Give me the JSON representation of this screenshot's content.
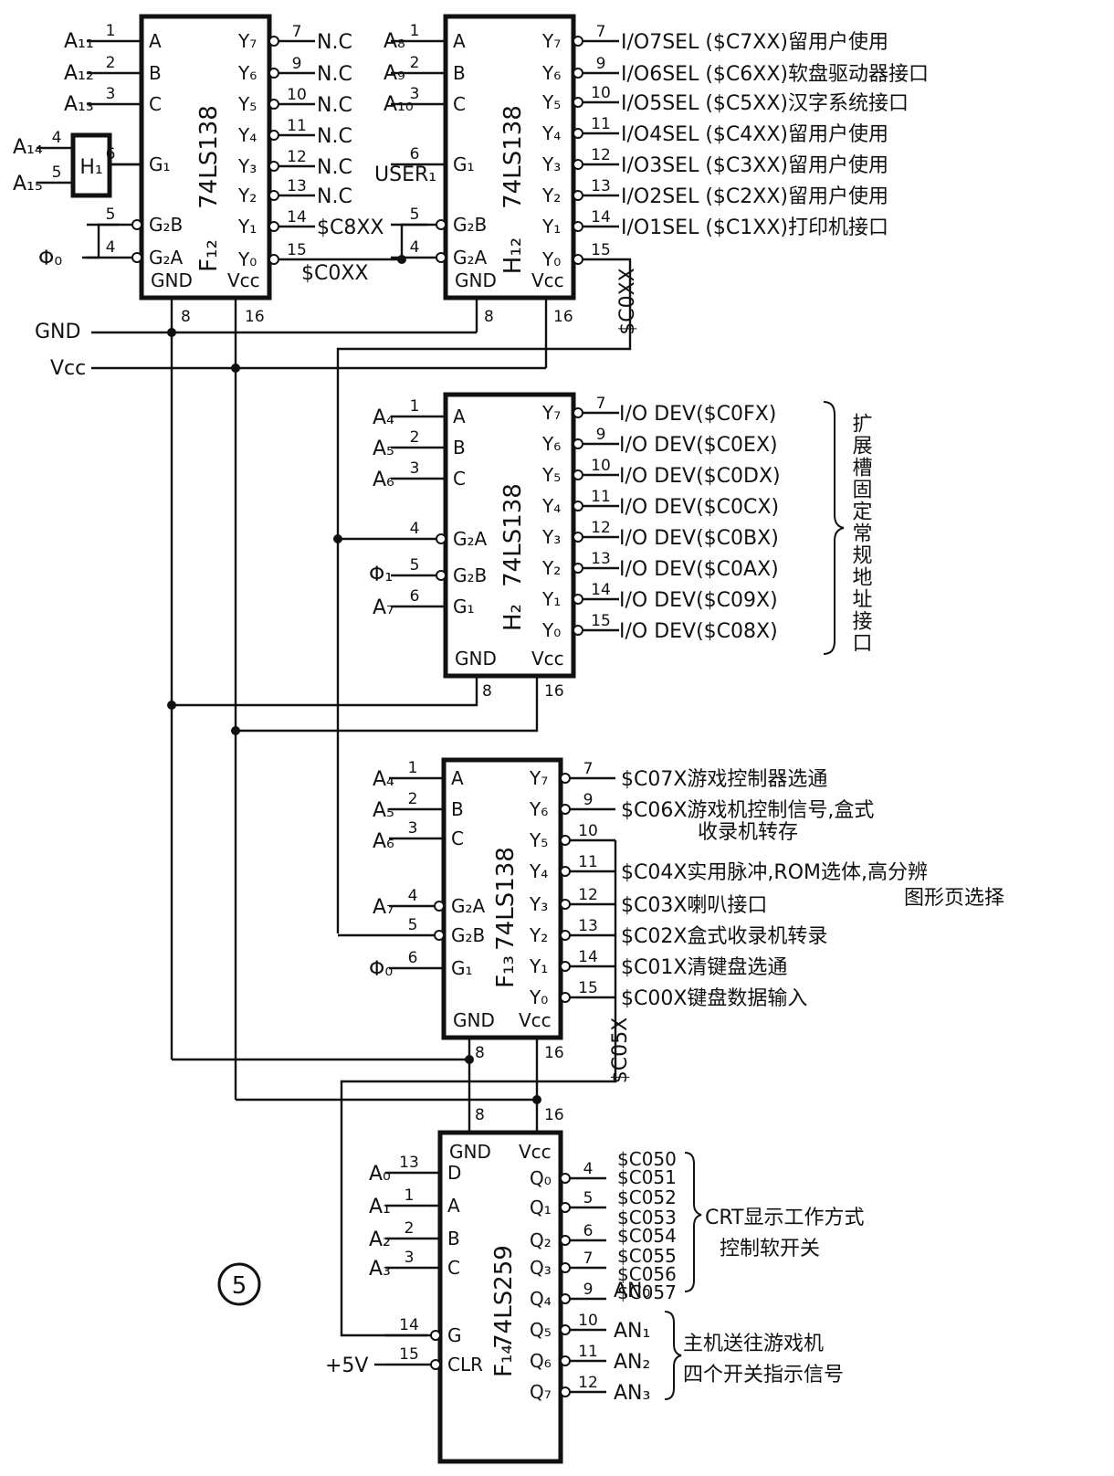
{
  "rails": {
    "gnd": "GND",
    "vcc": "Vcc"
  },
  "gates": {
    "h1": "H₁"
  },
  "figure_number": "5",
  "chips": [
    {
      "id": "F12",
      "name": "74LS138",
      "label": "F₁₂",
      "gnd": "GND",
      "vcc": "Vcc",
      "gnd_pin": "8",
      "vcc_pin": "16",
      "inputs": [
        {
          "pin": "1",
          "name": "A",
          "signal": "A₁₁"
        },
        {
          "pin": "2",
          "name": "B",
          "signal": "A₁₂"
        },
        {
          "pin": "3",
          "name": "C",
          "signal": "A₁₃"
        },
        {
          "pin": "6",
          "name": "G₁",
          "signal": ""
        },
        {
          "pin": "5",
          "name": "G₂B",
          "signal": ""
        },
        {
          "pin": "4",
          "name": "G₂A",
          "signal": "Φ₀"
        }
      ],
      "outputs": [
        {
          "pin": "7",
          "name": "Y₇",
          "desc": "N.C"
        },
        {
          "pin": "9",
          "name": "Y₆",
          "desc": "N.C"
        },
        {
          "pin": "10",
          "name": "Y₅",
          "desc": "N.C"
        },
        {
          "pin": "11",
          "name": "Y₄",
          "desc": "N.C"
        },
        {
          "pin": "12",
          "name": "Y₃",
          "desc": "N.C"
        },
        {
          "pin": "13",
          "name": "Y₂",
          "desc": "N.C"
        },
        {
          "pin": "14",
          "name": "Y₁",
          "desc": "$C8XX"
        },
        {
          "pin": "15",
          "name": "Y₀",
          "desc": "$C0XX"
        }
      ],
      "extra_inputs": [
        {
          "pin": "4",
          "signal": "A₁₄"
        },
        {
          "pin": "5",
          "signal": "A₁₅"
        }
      ]
    },
    {
      "id": "H12",
      "name": "74LS138",
      "label": "H₁₂",
      "gnd": "GND",
      "vcc": "Vcc",
      "gnd_pin": "8",
      "vcc_pin": "16",
      "inputs": [
        {
          "pin": "1",
          "name": "A",
          "signal": "A₈"
        },
        {
          "pin": "2",
          "name": "B",
          "signal": "A₉"
        },
        {
          "pin": "3",
          "name": "C",
          "signal": "A₁₀"
        },
        {
          "pin": "6",
          "name": "G₁",
          "signal": "USER₁"
        },
        {
          "pin": "5",
          "name": "G₂B",
          "signal": ""
        },
        {
          "pin": "4",
          "name": "G₂A",
          "signal": ""
        }
      ],
      "outputs": [
        {
          "pin": "7",
          "name": "Y₇",
          "desc": "I/O7SEL ($C7XX)留用户使用"
        },
        {
          "pin": "9",
          "name": "Y₆",
          "desc": "I/O6SEL ($C6XX)软盘驱动器接口"
        },
        {
          "pin": "10",
          "name": "Y₅",
          "desc": "I/O5SEL ($C5XX)汉字系统接口"
        },
        {
          "pin": "11",
          "name": "Y₄",
          "desc": "I/O4SEL ($C4XX)留用户使用"
        },
        {
          "pin": "12",
          "name": "Y₃",
          "desc": "I/O3SEL ($C3XX)留用户使用"
        },
        {
          "pin": "13",
          "name": "Y₂",
          "desc": "I/O2SEL ($C2XX)留用户使用"
        },
        {
          "pin": "14",
          "name": "Y₁",
          "desc": "I/O1SEL ($C1XX)打印机接口"
        },
        {
          "pin": "15",
          "name": "Y₀",
          "desc": "$C0XX"
        }
      ]
    },
    {
      "id": "H2",
      "name": "74LS138",
      "label": "H₂",
      "gnd": "GND",
      "vcc": "Vcc",
      "gnd_pin": "8",
      "vcc_pin": "16",
      "inputs": [
        {
          "pin": "1",
          "name": "A",
          "signal": "A₄"
        },
        {
          "pin": "2",
          "name": "B",
          "signal": "A₅"
        },
        {
          "pin": "3",
          "name": "C",
          "signal": "A₆"
        },
        {
          "pin": "4",
          "name": "G₂A",
          "signal": ""
        },
        {
          "pin": "5",
          "name": "G₂B",
          "signal": "Φ₁"
        },
        {
          "pin": "6",
          "name": "G₁",
          "signal": "A₇"
        }
      ],
      "outputs": [
        {
          "pin": "7",
          "name": "Y₇",
          "desc": "I/O DEV($C0FX)"
        },
        {
          "pin": "9",
          "name": "Y₆",
          "desc": "I/O DEV($C0EX)"
        },
        {
          "pin": "10",
          "name": "Y₅",
          "desc": "I/O DEV($C0DX)"
        },
        {
          "pin": "11",
          "name": "Y₄",
          "desc": "I/O DEV($C0CX)"
        },
        {
          "pin": "12",
          "name": "Y₃",
          "desc": "I/O DEV($C0BX)"
        },
        {
          "pin": "13",
          "name": "Y₂",
          "desc": "I/O DEV($C0AX)"
        },
        {
          "pin": "14",
          "name": "Y₁",
          "desc": "I/O DEV($C09X)"
        },
        {
          "pin": "15",
          "name": "Y₀",
          "desc": "I/O DEV($C08X)"
        }
      ],
      "group_label": "扩展槽固定常规地址接口"
    },
    {
      "id": "F13",
      "name": "74LS138",
      "label": "F₁₃",
      "gnd": "GND",
      "vcc": "Vcc",
      "gnd_pin": "8",
      "vcc_pin": "16",
      "inputs": [
        {
          "pin": "1",
          "name": "A",
          "signal": "A₄"
        },
        {
          "pin": "2",
          "name": "B",
          "signal": "A₅"
        },
        {
          "pin": "3",
          "name": "C",
          "signal": "A₆"
        },
        {
          "pin": "4",
          "name": "G₂A",
          "signal": "A₇"
        },
        {
          "pin": "5",
          "name": "G₂B",
          "signal": ""
        },
        {
          "pin": "6",
          "name": "G₁",
          "signal": "Φ₀"
        }
      ],
      "outputs": [
        {
          "pin": "7",
          "name": "Y₇",
          "desc": "$C07X游戏控制器选通"
        },
        {
          "pin": "9",
          "name": "Y₆",
          "desc": "$C06X游戏机控制信号,盒式"
        },
        {
          "pin": "10",
          "name": "Y₅",
          "desc": ""
        },
        {
          "pin": "11",
          "name": "Y₄",
          "desc": "$C04X实用脉冲,ROM选体,高分辨"
        },
        {
          "pin": "12",
          "name": "Y₃",
          "desc": "$C03X喇叭接口"
        },
        {
          "pin": "13",
          "name": "Y₂",
          "desc": "$C02X盒式收录机转录"
        },
        {
          "pin": "14",
          "name": "Y₁",
          "desc": "$C01X清键盘选通"
        },
        {
          "pin": "15",
          "name": "Y₀",
          "desc": "$C00X键盘数据输入"
        }
      ],
      "desc_cont": [
        "收录机转存",
        "图形页选择"
      ],
      "y5_net": "$C05X"
    },
    {
      "id": "F14",
      "name": "74LS259",
      "label": "F₁₄",
      "gnd": "GND",
      "vcc": "Vcc",
      "gnd_pin": "8",
      "vcc_pin": "16",
      "inputs": [
        {
          "pin": "13",
          "name": "D",
          "signal": "A₀"
        },
        {
          "pin": "1",
          "name": "A",
          "signal": "A₁"
        },
        {
          "pin": "2",
          "name": "B",
          "signal": "A₂"
        },
        {
          "pin": "3",
          "name": "C",
          "signal": "A₃"
        },
        {
          "pin": "14",
          "name": "G",
          "signal": ""
        },
        {
          "pin": "15",
          "name": "CLR",
          "signal": "+5V"
        }
      ],
      "outputs": [
        {
          "pin": "4",
          "name": "Q₀",
          "desc": "$C050"
        },
        {
          "pin": "5",
          "name": "Q₁",
          "desc": "$C052"
        },
        {
          "pin": "6",
          "name": "Q₂",
          "desc": "$C054"
        },
        {
          "pin": "7",
          "name": "Q₃",
          "desc": "$C056"
        },
        {
          "pin": "9",
          "name": "Q₄",
          "desc": "AN₀"
        },
        {
          "pin": "10",
          "name": "Q₅",
          "desc": "AN₁"
        },
        {
          "pin": "11",
          "name": "Q₆",
          "desc": "AN₂"
        },
        {
          "pin": "12",
          "name": "Q₇",
          "desc": "AN₃"
        }
      ],
      "odd_addrs": [
        "$C051",
        "$C053",
        "$C055",
        "$C057"
      ],
      "crt_label": [
        "CRT显示工作方式",
        "控制软开关"
      ],
      "an_label": [
        "主机送往游戏机",
        "四个开关指示信号"
      ]
    }
  ]
}
